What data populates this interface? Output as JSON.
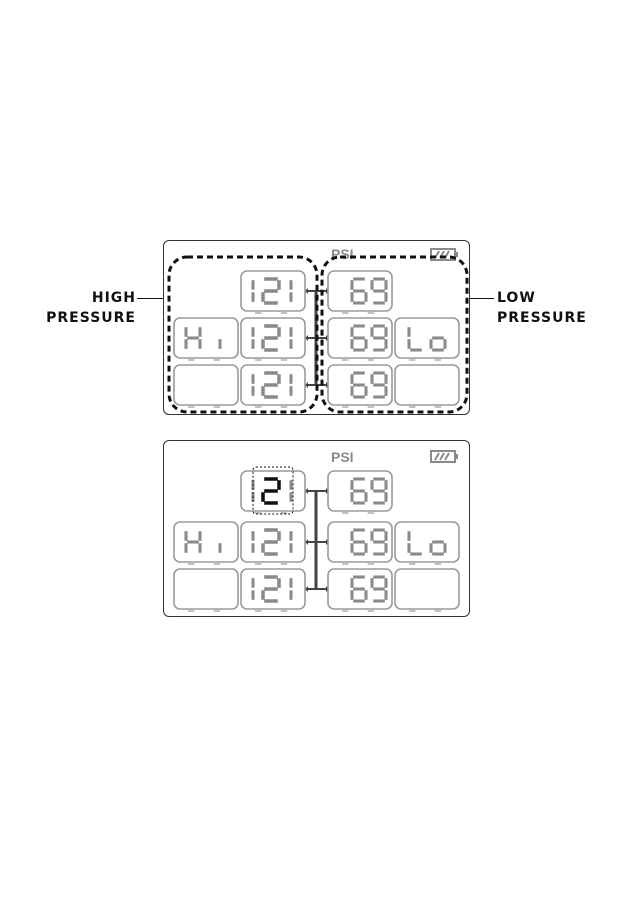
{
  "labels": {
    "high_line1": "HIGH",
    "high_line2": "PRESSURE",
    "low_line1": "LOW",
    "low_line2": "PRESSURE"
  },
  "display": {
    "unit": "PSI",
    "high_values": [
      "121",
      "121",
      "121"
    ],
    "low_values": [
      "69",
      "69",
      "69"
    ],
    "hi_label": "Hi",
    "lo_label": "Lo",
    "battery_icon": "battery-icon"
  },
  "colors": {
    "segment_dim": "#8a8a8a",
    "segment_active": "#111111",
    "outline": "#333333",
    "box_stroke": "#9a9a9a"
  }
}
